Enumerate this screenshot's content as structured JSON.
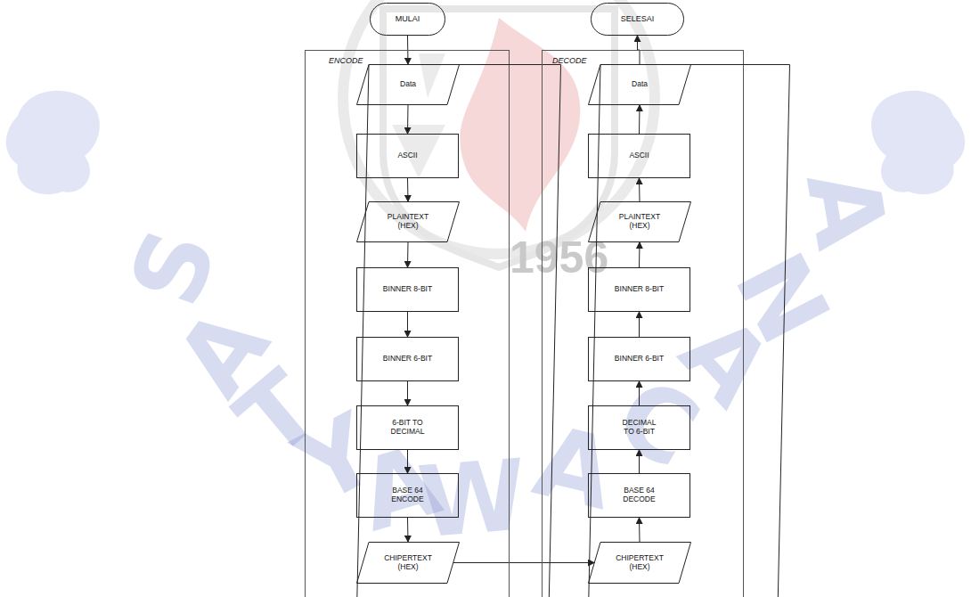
{
  "diagram": {
    "nodes": [
      {
        "text": [
          "MULAI"
        ]
      },
      {
        "text": [
          "ENCODE"
        ]
      },
      {
        "text": [
          "Data"
        ],
        "in": 1
      },
      {
        "text": [
          "ASCII"
        ],
        "in": 1
      },
      {
        "text": [
          "PLAINTEXT (HEX)"
        ],
        "in": 1
      },
      {
        "text": [
          "BINNER 8-BIT"
        ],
        "in": 1
      },
      {
        "text": [
          "BINNER 6-BIT"
        ],
        "in": 1
      },
      {
        "text": [
          "6-BIT TO DECIMAL"
        ],
        "in": 1
      },
      {
        "text": [
          "BASE 64 ENCODE"
        ],
        "in": 1
      },
      {
        "text": [
          "CHIPERTEXT (HEX)"
        ],
        "in": 1
      },
      {
        "text": [
          "SELESAI"
        ]
      },
      {
        "text": [
          "DECODE"
        ]
      },
      {
        "text": [
          "Data"
        ],
        "in": 11
      },
      {
        "text": [
          "ASCII"
        ],
        "in": 11
      },
      {
        "text": [
          "PLAINTEXT (HEX)"
        ],
        "in": 11
      },
      {
        "text": [
          "BINNER 8-BIT"
        ],
        "in": 11
      },
      {
        "text": [
          "BINNER 6-BIT"
        ],
        "in": 11
      },
      {
        "text": [
          "DECIMAL TO 6-BIT"
        ],
        "in": 11
      },
      {
        "text": [
          "BASE 64 DECODE"
        ],
        "in": 11
      },
      {
        "text": [
          "CHIPERTEXT (HEX)"
        ],
        "in": 11
      }
    ],
    "edges": [
      {
        "from": 0,
        "to": 2,
        "arrow": "to"
      },
      {
        "from": 2,
        "to": 3,
        "arrow": "to"
      },
      {
        "from": 3,
        "to": 4,
        "arrow": "to"
      },
      {
        "from": 4,
        "to": 5,
        "arrow": "to"
      },
      {
        "from": 5,
        "to": 6,
        "arrow": "to"
      },
      {
        "from": 6,
        "to": 7,
        "arrow": "to"
      },
      {
        "from": 7,
        "to": 8,
        "arrow": "to"
      },
      {
        "from": 8,
        "to": 9,
        "arrow": "to"
      },
      {
        "from": 9,
        "to": 19,
        "arrow": "to"
      },
      {
        "from": 19,
        "to": 18,
        "arrow": "to"
      },
      {
        "from": 18,
        "to": 17,
        "arrow": "to"
      },
      {
        "from": 17,
        "to": 16,
        "arrow": "to"
      },
      {
        "from": 16,
        "to": 15,
        "arrow": "to"
      },
      {
        "from": 15,
        "to": 14,
        "arrow": "to"
      },
      {
        "from": 14,
        "to": 13,
        "arrow": "to"
      },
      {
        "from": 13,
        "to": 12,
        "arrow": "to"
      },
      {
        "from": 12,
        "to": 10,
        "arrow": "to"
      }
    ],
    "labels": [
      "1956",
      "SATYA",
      "WACANA"
    ]
  }
}
